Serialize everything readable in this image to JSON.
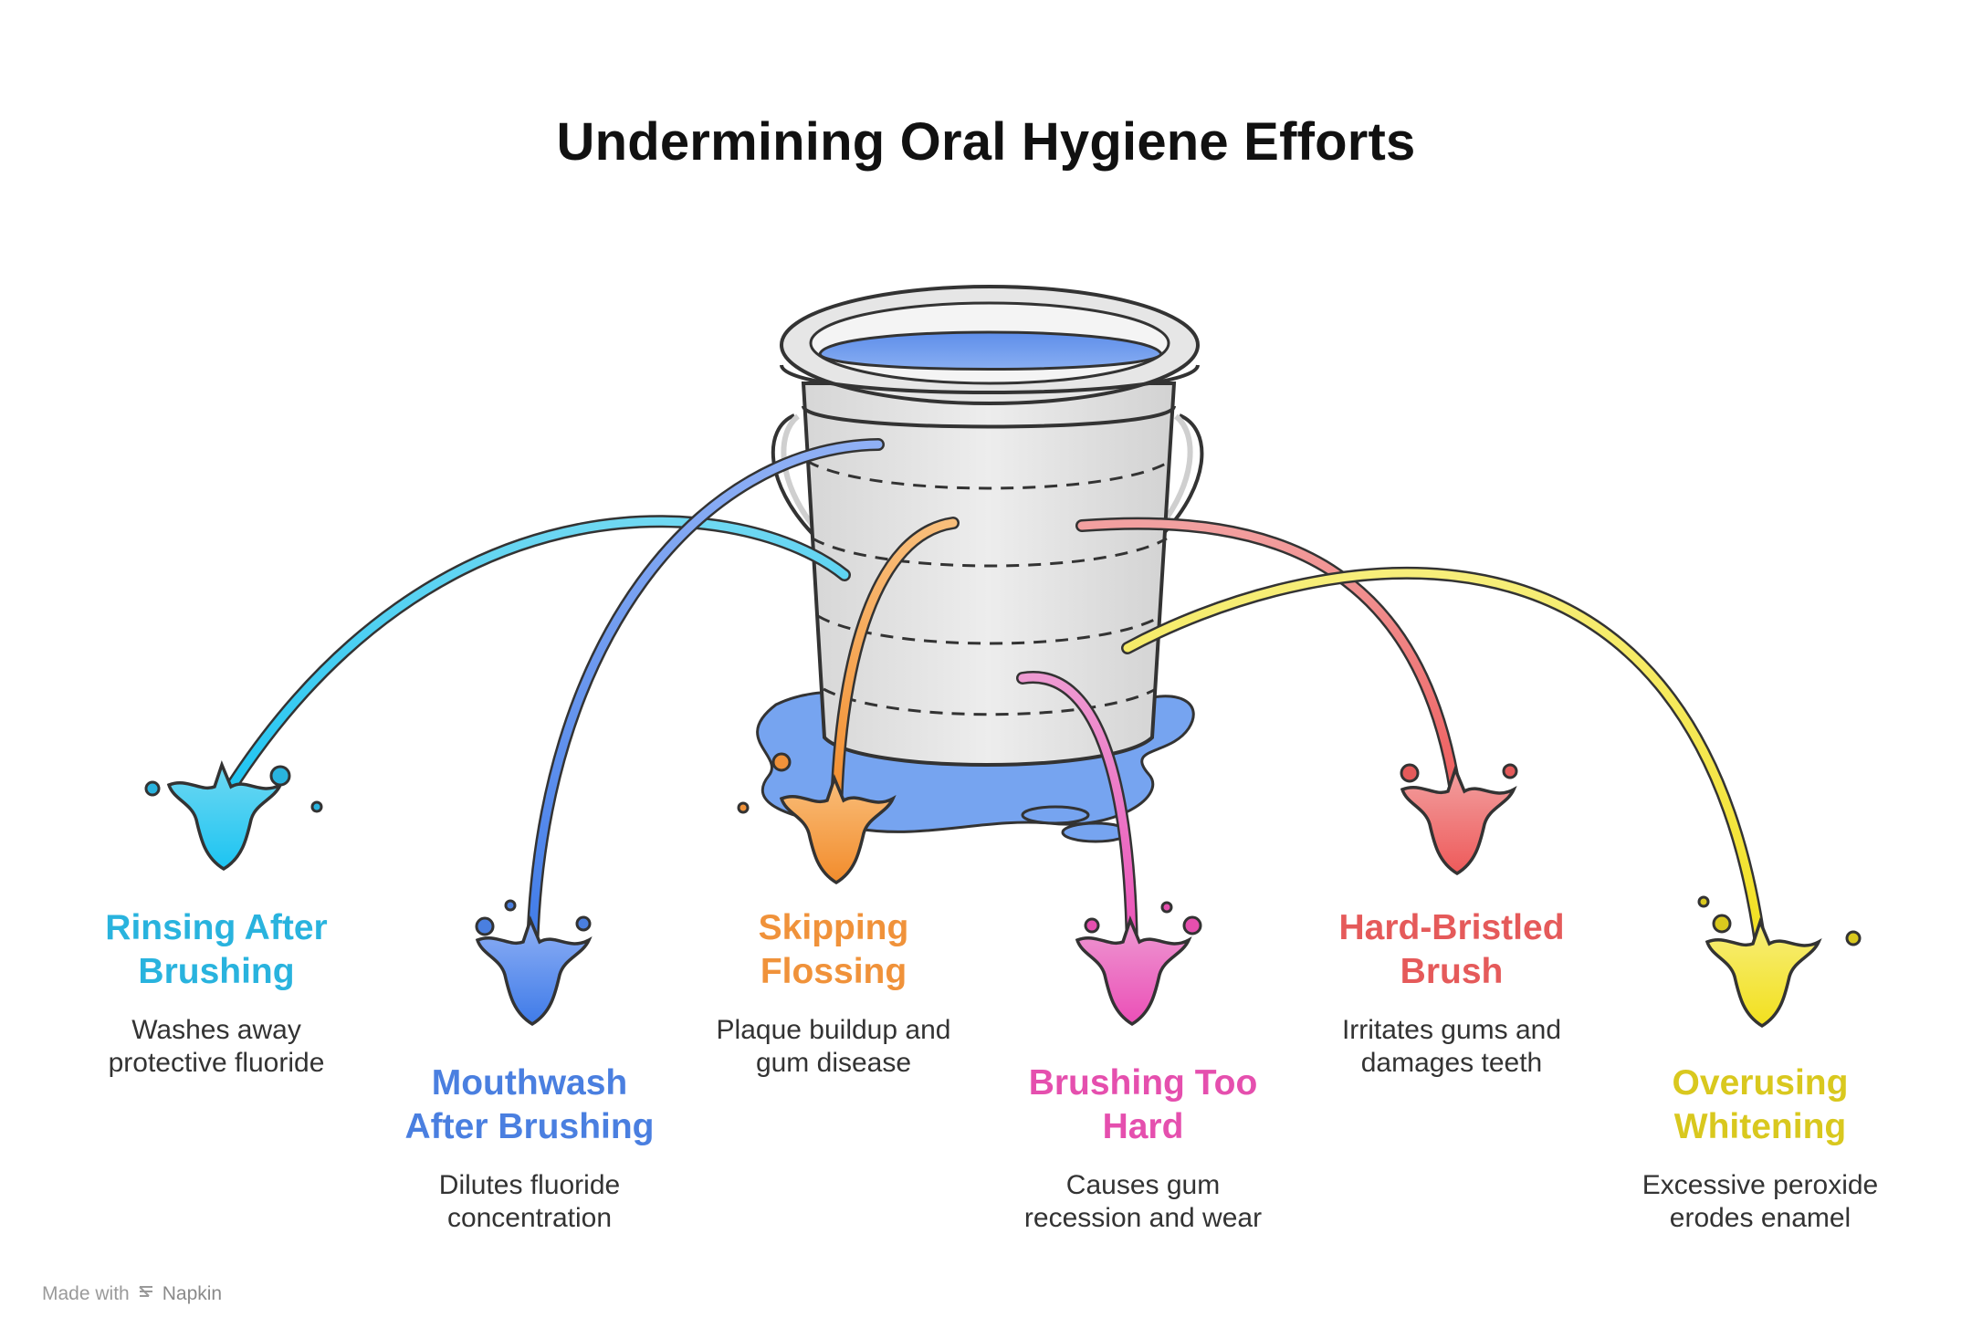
{
  "title": "Undermining Oral Hygiene Efforts",
  "items": [
    {
      "title_line1": "Rinsing After",
      "title_line2": "Brushing",
      "desc_line1": "Washes away",
      "desc_line2": "protective fluoride",
      "color": "#29B3DE"
    },
    {
      "title_line1": "Mouthwash",
      "title_line2": "After Brushing",
      "desc_line1": "Dilutes fluoride",
      "desc_line2": "concentration",
      "color": "#4A7FE0"
    },
    {
      "title_line1": "Skipping",
      "title_line2": "Flossing",
      "desc_line1": "Plaque buildup and",
      "desc_line2": "gum disease",
      "color": "#F0923A"
    },
    {
      "title_line1": "Brushing Too",
      "title_line2": "Hard",
      "desc_line1": "Causes gum",
      "desc_line2": "recession and wear",
      "color": "#E54FAE"
    },
    {
      "title_line1": "Hard-Bristled",
      "title_line2": "Brush",
      "desc_line1": "Irritates gums and",
      "desc_line2": "damages teeth",
      "color": "#E55A5A"
    },
    {
      "title_line1": "Overusing",
      "title_line2": "Whitening",
      "desc_line1": "Excessive peroxide",
      "desc_line2": "erodes enamel",
      "color": "#D9C81E"
    }
  ],
  "footer": {
    "made_with": "Made with",
    "brand": "Napkin"
  }
}
